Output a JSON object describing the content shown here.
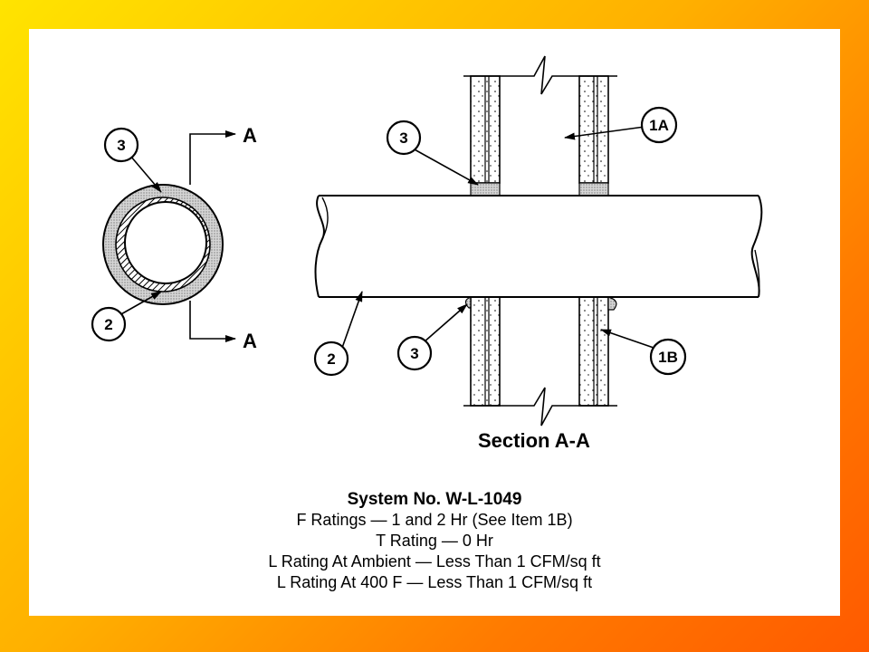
{
  "callouts": {
    "c3_left": "3",
    "c2_left": "2",
    "c3_top": "3",
    "c1a": "1A",
    "c2_bottom": "2",
    "c3_bottom": "3",
    "c1b": "1B"
  },
  "section_marks": {
    "top": "A",
    "bottom": "A"
  },
  "section_title": "Section A-A",
  "caption": {
    "title": "System No. W-L-1049",
    "lines": [
      "F Ratings — 1 and 2 Hr (See Item 1B)",
      "T Rating — 0 Hr",
      "L Rating At Ambient — Less Than 1 CFM/sq ft",
      "L Rating At 400 F — Less Than 1 CFM/sq ft"
    ]
  },
  "colors": {
    "background_gradient": [
      "#ffe400",
      "#ff5a00"
    ],
    "panel": "#ffffff",
    "ink": "#000000"
  }
}
